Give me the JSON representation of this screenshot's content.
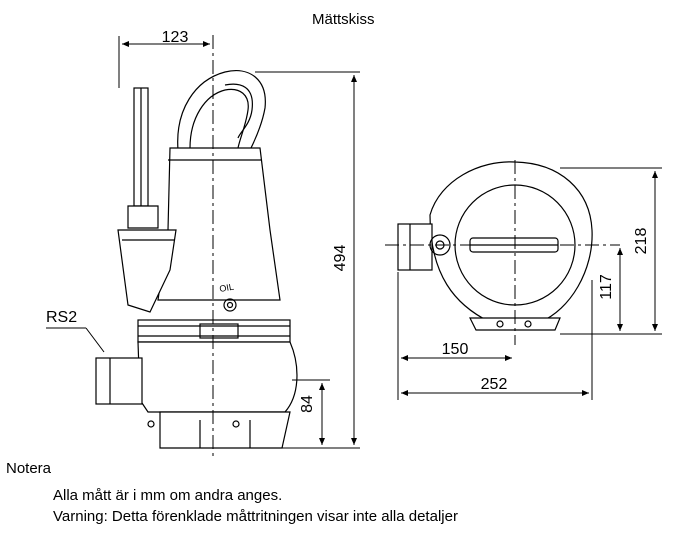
{
  "title": "Mättskiss",
  "dimensions": {
    "width_top": "123",
    "height_total": "494",
    "height_base": "84",
    "plan_height_total": "218",
    "plan_height_center": "117",
    "plan_width_center": "150",
    "plan_width_total": "252"
  },
  "labels": {
    "rs2": "RS2",
    "oil": "OIL"
  },
  "notes": {
    "heading": "Notera",
    "line1": "Alla mått är i mm om andra anges.",
    "line2": "Varning: Detta förenklade måttritningen visar inte alla detaljer"
  }
}
